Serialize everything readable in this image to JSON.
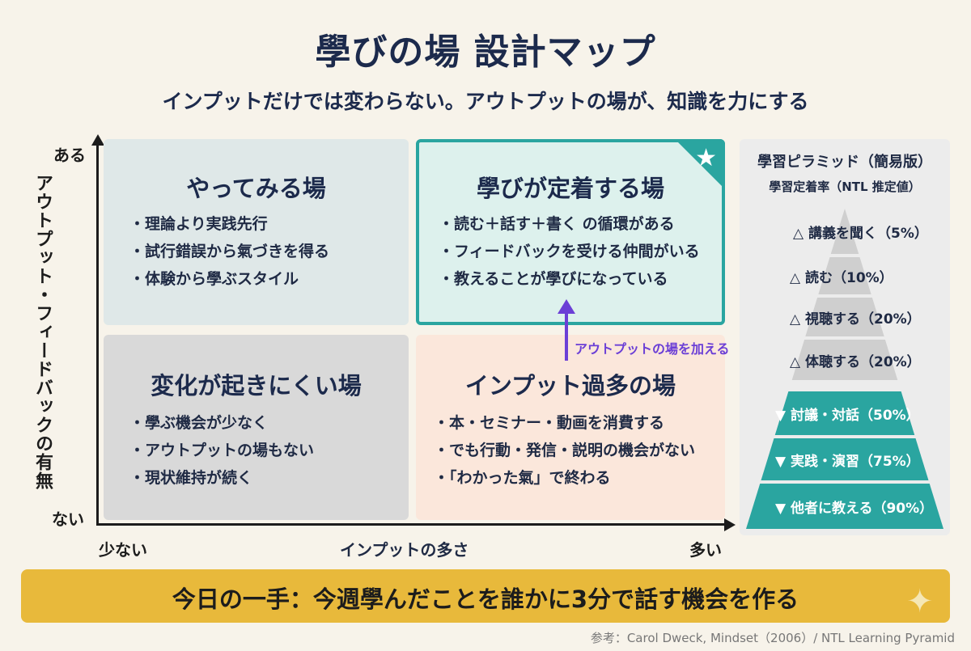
{
  "title": "學びの場 設計マップ",
  "subtitle": "インプットだけでは変わらない。アウトプットの場が、知識を力にする",
  "axes": {
    "y_label": "アウトプット・フィードバックの有無",
    "y_high": "ある",
    "y_low": "ない",
    "x_label": "インプットの多さ",
    "x_low": "少ない",
    "x_high": "多い"
  },
  "quadrants": {
    "top_left": {
      "title": "やってみる場",
      "bullets": [
        "・理論より実践先行",
        "・試行錯誤から氣づきを得る",
        "・体験から學ぶスタイル"
      ]
    },
    "top_right": {
      "title": "學びが定着する場",
      "bullets": [
        "・読む＋話す＋書く の循環がある",
        "・フィードバックを受ける仲間がいる",
        "・教えることが學びになっている"
      ]
    },
    "bottom_left": {
      "title": "変化が起きにくい場",
      "bullets": [
        "・學ぶ機会が少なく",
        "・アウトプットの場もない",
        "・現状維持が続く"
      ]
    },
    "bottom_right": {
      "title": "インプット過多の場",
      "bullets": [
        "・本・セミナー・動画を消費する",
        "・でも行動・発信・説明の機会がない",
        "・「わかった氣」で終わる"
      ]
    }
  },
  "arrow_label": "アウトプットの場を加える",
  "pyramid": {
    "title": "學習ピラミッド（簡易版）",
    "subtitle": "學習定着率（NTL 推定値）",
    "levels": [
      {
        "label": "△ 講義を聞く（5%）",
        "kind": "passive",
        "rate": 5
      },
      {
        "label": "△ 読む（10%）",
        "kind": "passive",
        "rate": 10
      },
      {
        "label": "△ 視聴する（20%）",
        "kind": "passive",
        "rate": 20
      },
      {
        "label": "△ 体聴する（20%）",
        "kind": "passive",
        "rate": 20
      },
      {
        "label": "▼ 討議・対話（50%）",
        "kind": "active",
        "rate": 50
      },
      {
        "label": "▼ 実践・演習（75%）",
        "kind": "active",
        "rate": 75
      },
      {
        "label": "▼ 他者に教える（90%）",
        "kind": "active",
        "rate": 90
      }
    ],
    "colors": {
      "passive": "#cfcfcf",
      "active": "#2aa5a0"
    }
  },
  "bottom_bar": "今日の一手：今週學んだことを誰かに3分で話す機会を作る",
  "footnote": "参考：Carol Dweck, Mindset（2006）/ NTL Learning Pyramid",
  "icons": {
    "star": "★",
    "sparkle": "✦"
  },
  "colors": {
    "accent": "#2aa5a0",
    "arrow": "#6b3fd6",
    "bar": "#e8b93b"
  }
}
